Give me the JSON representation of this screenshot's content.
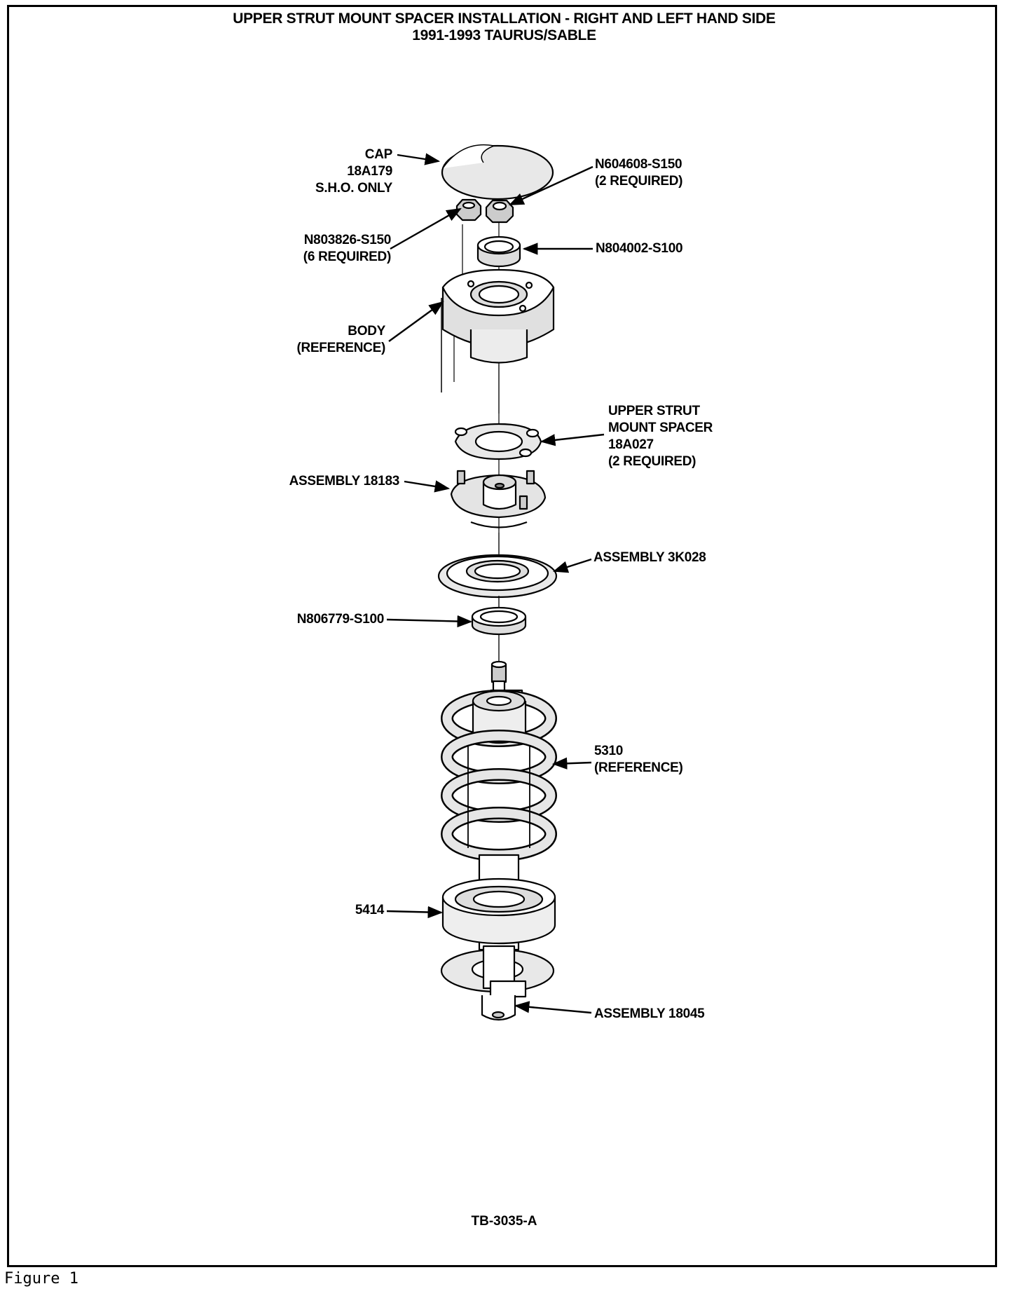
{
  "title": {
    "line1": "UPPER STRUT MOUNT SPACER INSTALLATION - RIGHT AND LEFT HAND SIDE",
    "line2": "1991-1993 TAURUS/SABLE"
  },
  "labels": {
    "cap": "CAP\n18A179\nS.H.O. ONLY",
    "nut_upper": "N604608-S150\n(2 REQUIRED)",
    "nut_lower": "N803826-S150\n(6 REQUIRED)",
    "washer": "N804002-S100",
    "body": "BODY\n(REFERENCE)",
    "spacer": "UPPER STRUT\nMOUNT SPACER\n18A027\n(2 REQUIRED)",
    "assembly_18183": "ASSEMBLY 18183",
    "assembly_3k028": "ASSEMBLY 3K028",
    "bushing": "N806779-S100",
    "spring": "5310\n(REFERENCE)",
    "seat": "5414",
    "assembly_18045": "ASSEMBLY 18045"
  },
  "reference_code": "TB-3035-A",
  "figure_caption": "Figure 1"
}
